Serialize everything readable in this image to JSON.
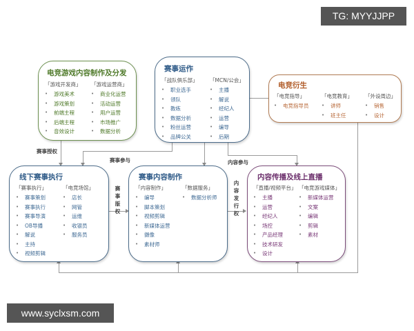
{
  "watermarks": {
    "top_right": "TG: MYYJJPP",
    "bottom_left": "www.syclxsm.com"
  },
  "boxes": {
    "game_content": {
      "title": "电竞游戏内容制作及分发",
      "color": "#4f7a2a",
      "columns": [
        {
          "head": "「游戏开发商」",
          "items": [
            "游戏美术",
            "游戏策划",
            "前端主程",
            "后端主程",
            "音效设计"
          ]
        },
        {
          "head": "「游戏运营商」",
          "items": [
            "商业化运营",
            "活动运营",
            "用户运营",
            "市场推广",
            "数据分析"
          ]
        }
      ]
    },
    "event_operation": {
      "title": "赛事运作",
      "color": "#2f5b88",
      "columns": [
        {
          "head": "「战队俱乐部」",
          "items": [
            "职业选手",
            "领队",
            "教练",
            "数据分析",
            "粉丝运营",
            "品牌公关"
          ]
        },
        {
          "head": "「MCN/公会」",
          "items": [
            "主播",
            "解说",
            "经纪人",
            "运营",
            "编导",
            "后期"
          ]
        }
      ]
    },
    "derivative": {
      "title": "电竞衍生",
      "color": "#b05a26",
      "columns": [
        {
          "head": "「电竞指导」",
          "items": [
            "电竞指导员"
          ]
        },
        {
          "head": "「电竞教育」",
          "items": [
            "讲师",
            "班主任"
          ]
        },
        {
          "head": "「外设周边」",
          "items": [
            "销售",
            "设计"
          ]
        }
      ]
    },
    "offline_execution": {
      "title": "线下赛事执行",
      "color": "#2f5b88",
      "columns": [
        {
          "head": "「赛事执行」",
          "items": [
            "赛事策划",
            "赛事执行",
            "赛事导演",
            "OB导播",
            "解说",
            "主持",
            "视频剪辑"
          ]
        },
        {
          "head": "「电竞场馆」",
          "items": [
            "店长",
            "网管",
            "运维",
            "收银员",
            "服务员"
          ]
        }
      ]
    },
    "content_production": {
      "title": "赛事内容制作",
      "color": "#2f5b88",
      "columns": [
        {
          "head": "「内容制作」",
          "items": [
            "编导",
            "脚本策划",
            "视频剪辑",
            "新媒体运营",
            "摄像",
            "素材师"
          ]
        },
        {
          "head": "「数据服务」",
          "items": [
            "数据分析师"
          ]
        }
      ]
    },
    "distribution": {
      "title": "内容传播及线上直播",
      "color": "#6b2e6b",
      "columns": [
        {
          "head": "「直播/视频平台」",
          "items": [
            "主播",
            "运营",
            "经纪人",
            "场控",
            "产品经理",
            "技术研发",
            "设计"
          ]
        },
        {
          "head": "「电竞游戏媒体」",
          "items": [
            "新媒体运营",
            "文案",
            "编辑",
            "剪辑",
            "素材"
          ]
        }
      ]
    }
  },
  "flow_labels": {
    "event_license": "赛事授权",
    "event_participation": "赛事参与",
    "content_participation": "内容参与",
    "event_copyright": "赛事版权",
    "content_distribution_rights": "内容发行权"
  }
}
